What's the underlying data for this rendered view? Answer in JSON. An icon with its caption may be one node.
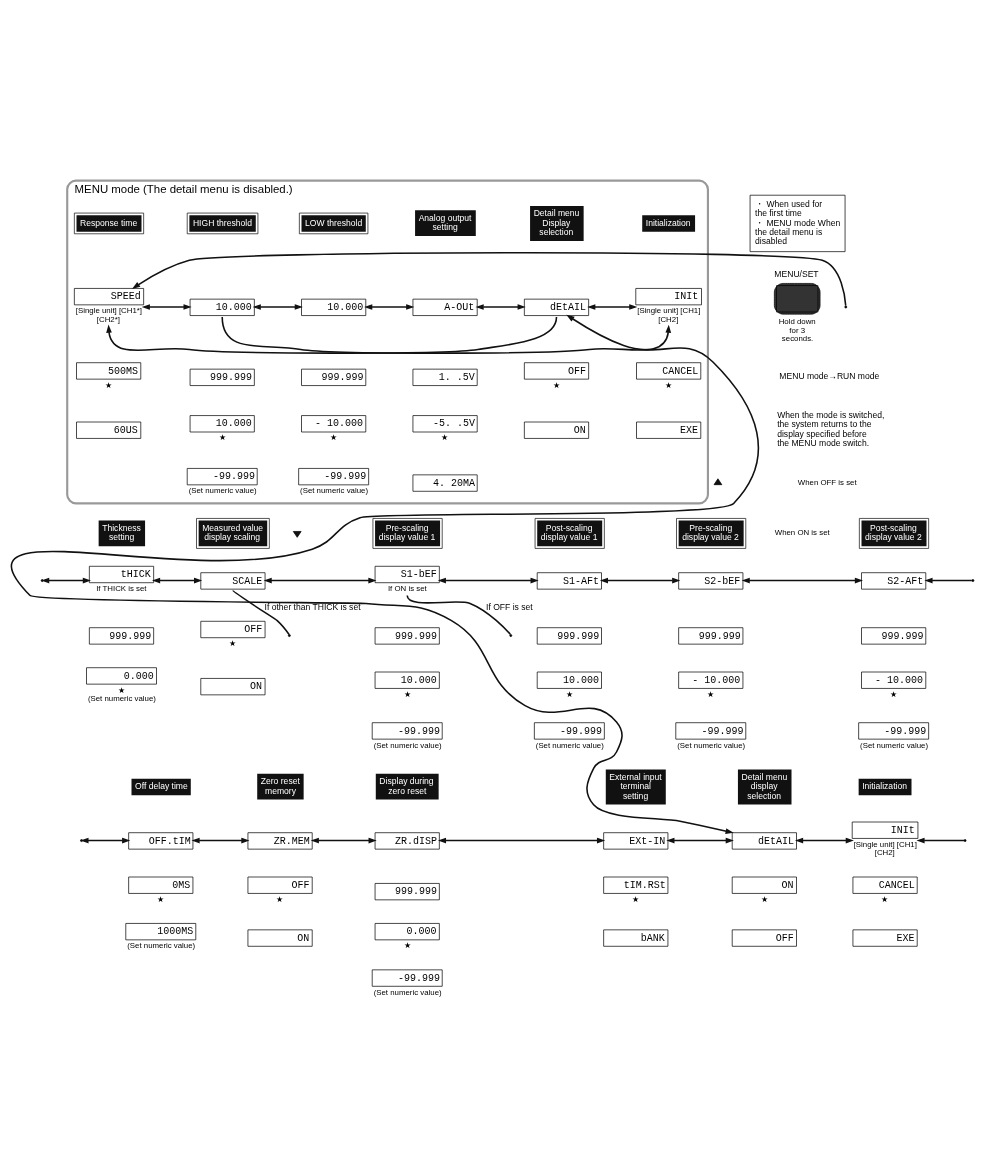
{
  "diagram": {
    "nodes": [
      {
        "text": [
          "MENU mode (The detail menu is disabled.)"
        ]
      },
      {
        "text": [
          "Response time"
        ],
        "in": 0
      },
      {
        "text": [
          "SPEEd"
        ],
        "beside": [
          "[Single unit] [CH1*]",
          "[CH2*]"
        ],
        "in": 0
      },
      {
        "text": [
          "500MS"
        ],
        "beside": [
          "★"
        ],
        "in": 0
      },
      {
        "text": [
          "60US"
        ],
        "in": 0
      },
      {
        "text": [
          "HIGH threshold"
        ],
        "in": 0
      },
      {
        "text": [
          "10.000"
        ],
        "in": 0
      },
      {
        "text": [
          "999.999"
        ],
        "in": 0
      },
      {
        "text": [
          "10.000"
        ],
        "beside": [
          "★"
        ],
        "in": 0
      },
      {
        "text": [
          "-99.999"
        ],
        "beside": [
          "(Set numeric value)"
        ],
        "in": 0
      },
      {
        "text": [
          "LOW threshold"
        ],
        "in": 0
      },
      {
        "text": [
          "10.000"
        ],
        "in": 0
      },
      {
        "text": [
          "999.999"
        ],
        "in": 0
      },
      {
        "text": [
          "- 10.000"
        ],
        "beside": [
          "★"
        ],
        "in": 0
      },
      {
        "text": [
          "-99.999"
        ],
        "beside": [
          "(Set numeric value)"
        ],
        "in": 0
      },
      {
        "text": [
          "Analog output setting"
        ],
        "in": 0
      },
      {
        "text": [
          "A-OUt"
        ],
        "in": 0
      },
      {
        "text": [
          "1. .5V"
        ],
        "in": 0
      },
      {
        "text": [
          "-5. .5V"
        ],
        "beside": [
          "★"
        ],
        "in": 0
      },
      {
        "text": [
          "4. 20MA"
        ],
        "in": 0
      },
      {
        "text": [
          "Detail menu Display selection"
        ],
        "in": 0
      },
      {
        "text": [
          "dEtAIL"
        ],
        "in": 0
      },
      {
        "text": [
          "OFF"
        ],
        "beside": [
          "★"
        ],
        "in": 0
      },
      {
        "text": [
          "ON"
        ],
        "in": 0
      },
      {
        "text": [
          "Initialization"
        ],
        "in": 0
      },
      {
        "text": [
          "INIt"
        ],
        "beside": [
          "[Single unit] [CH1]",
          "[CH2]"
        ],
        "in": 0
      },
      {
        "text": [
          "CANCEL"
        ],
        "beside": [
          "★"
        ],
        "in": 0
      },
      {
        "text": [
          "EXE"
        ],
        "in": 0
      },
      {
        "text": [
          "・ When used for the first time",
          "・ MENU mode When the detail menu is disabled"
        ]
      },
      {
        "text": [
          "MENU/SET"
        ],
        "beside": [
          "Hold down for 3 seconds."
        ]
      },
      {
        "text": [
          "Thickness setting"
        ]
      },
      {
        "text": [
          "tHICK"
        ],
        "beside": [
          "If THICK is set"
        ]
      },
      {
        "text": [
          "999.999"
        ]
      },
      {
        "text": [
          "0.000"
        ],
        "beside": [
          "★",
          "(Set numeric value)"
        ]
      },
      {
        "text": [
          "Measured value display scaling"
        ]
      },
      {
        "text": [
          "SCALE"
        ]
      },
      {
        "text": [
          "OFF"
        ],
        "beside": [
          "★"
        ]
      },
      {
        "text": [
          "ON"
        ]
      },
      {
        "text": [
          "Pre-scaling display value 1"
        ]
      },
      {
        "text": [
          "S1-bEF"
        ],
        "beside": [
          "If ON is set"
        ]
      },
      {
        "text": [
          "999.999"
        ]
      },
      {
        "text": [
          "10.000"
        ],
        "beside": [
          "★"
        ]
      },
      {
        "text": [
          "-99.999"
        ],
        "beside": [
          "(Set numeric value)"
        ]
      },
      {
        "text": [
          "Post-scaling display value 1"
        ]
      },
      {
        "text": [
          "S1-AFt"
        ]
      },
      {
        "text": [
          "999.999"
        ]
      },
      {
        "text": [
          "10.000"
        ],
        "beside": [
          "★"
        ]
      },
      {
        "text": [
          "-99.999"
        ],
        "beside": [
          "(Set numeric value)"
        ]
      },
      {
        "text": [
          "Pre-scaling display value 2"
        ]
      },
      {
        "text": [
          "S2-bEF"
        ]
      },
      {
        "text": [
          "999.999"
        ]
      },
      {
        "text": [
          "- 10.000"
        ],
        "beside": [
          "★"
        ]
      },
      {
        "text": [
          "-99.999"
        ],
        "beside": [
          "(Set numeric value)"
        ]
      },
      {
        "text": [
          "Post-scaling display value 2"
        ]
      },
      {
        "text": [
          "S2-AFt"
        ]
      },
      {
        "text": [
          "999.999"
        ]
      },
      {
        "text": [
          "- 10.000"
        ],
        "beside": [
          "★"
        ]
      },
      {
        "text": [
          "-99.999"
        ],
        "beside": [
          "(Set numeric value)"
        ]
      },
      {
        "text": [
          "Off delay time"
        ]
      },
      {
        "text": [
          "OFF.tIM"
        ]
      },
      {
        "text": [
          "0MS"
        ],
        "beside": [
          "★"
        ]
      },
      {
        "text": [
          "1000MS"
        ],
        "beside": [
          "(Set numeric value)"
        ]
      },
      {
        "text": [
          "Zero reset memory"
        ]
      },
      {
        "text": [
          "ZR.MEM"
        ]
      },
      {
        "text": [
          "OFF"
        ],
        "beside": [
          "★"
        ]
      },
      {
        "text": [
          "ON"
        ]
      },
      {
        "text": [
          "Display during zero reset"
        ]
      },
      {
        "text": [
          "ZR.dISP"
        ]
      },
      {
        "text": [
          "999.999"
        ]
      },
      {
        "text": [
          "0.000"
        ],
        "beside": [
          "★"
        ]
      },
      {
        "text": [
          "-99.999"
        ],
        "beside": [
          "(Set numeric value)"
        ]
      },
      {
        "text": [
          "External input terminal setting"
        ]
      },
      {
        "text": [
          "EXt-IN"
        ]
      },
      {
        "text": [
          "tIM.RSt"
        ],
        "beside": [
          "★"
        ]
      },
      {
        "text": [
          "bANK"
        ]
      },
      {
        "text": [
          "Detail menu display selection"
        ]
      },
      {
        "text": [
          "dEtAIL"
        ]
      },
      {
        "text": [
          "ON"
        ],
        "beside": [
          "★"
        ]
      },
      {
        "text": [
          "OFF"
        ]
      },
      {
        "text": [
          "Initialization"
        ]
      },
      {
        "text": [
          "INIt"
        ],
        "beside": [
          "[Single unit] [CH1]",
          "[CH2]"
        ]
      },
      {
        "text": [
          "CANCEL"
        ],
        "beside": [
          "★"
        ]
      },
      {
        "text": [
          "EXE"
        ]
      }
    ],
    "edges": [
      {
        "from": null,
        "to": 2,
        "arrow": "to"
      },
      {
        "from": 2,
        "to": 6,
        "arrow": "both"
      },
      {
        "from": 6,
        "to": 11,
        "arrow": "both"
      },
      {
        "from": 11,
        "to": 16,
        "arrow": "both"
      },
      {
        "from": 16,
        "to": 21,
        "arrow": "both"
      },
      {
        "from": 21,
        "to": 25,
        "arrow": "both"
      },
      {
        "from": 6,
        "to": 25,
        "arrow": "to"
      },
      {
        "from": 21,
        "to": 2,
        "arrow": "to"
      },
      {
        "from": 21,
        "to": 76,
        "arrow": "both"
      },
      {
        "from": null,
        "to": 31,
        "arrow": "both"
      },
      {
        "from": 31,
        "to": 35,
        "arrow": "both"
      },
      {
        "from": 35,
        "to": 39,
        "arrow": "both"
      },
      {
        "from": 39,
        "to": 44,
        "arrow": "both"
      },
      {
        "from": 44,
        "to": 49,
        "arrow": "both"
      },
      {
        "from": 49,
        "to": 54,
        "arrow": "both"
      },
      {
        "from": null,
        "to": 54,
        "arrow": "to"
      },
      {
        "from": null,
        "to": 35,
        "arrow": "none",
        "label": "If other than THICK is set"
      },
      {
        "from": null,
        "to": 39,
        "arrow": "none",
        "label": "If OFF is set"
      },
      {
        "from": null,
        "to": 59,
        "arrow": "both"
      },
      {
        "from": 59,
        "to": 63,
        "arrow": "both"
      },
      {
        "from": 63,
        "to": 67,
        "arrow": "both"
      },
      {
        "from": 67,
        "to": 72,
        "arrow": "both"
      },
      {
        "from": 72,
        "to": 76,
        "arrow": "both"
      },
      {
        "from": 76,
        "to": 80,
        "arrow": "both"
      },
      {
        "from": null,
        "to": 80,
        "arrow": "to"
      }
    ],
    "labels": [
      "MENU mode→RUN mode",
      "When the mode is switched, the system returns to the display specified before the MENU mode switch."
    ],
    "legend": [
      {
        "text": "When OFF is set"
      },
      {
        "text": "When ON is set"
      }
    ]
  }
}
